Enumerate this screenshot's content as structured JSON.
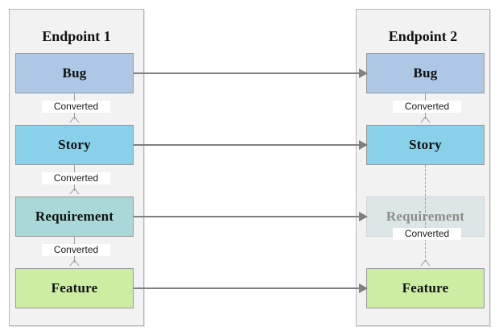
{
  "diagram": {
    "type": "flow-mapping",
    "background": "#ffffff",
    "panels": [
      {
        "id": "endpoint-1",
        "title": "Endpoint 1",
        "nodes": [
          {
            "id": "bug-1",
            "label": "Bug",
            "color": "#aec7e4",
            "faded": false
          },
          {
            "id": "story-1",
            "label": "Story",
            "color": "#89d0ea",
            "faded": false
          },
          {
            "id": "requirement-1",
            "label": "Requirement",
            "color": "#a8d8d8",
            "faded": false
          },
          {
            "id": "feature-1",
            "label": "Feature",
            "color": "#cdeda3",
            "faded": false
          }
        ],
        "edges": [
          {
            "from": "bug-1",
            "to": "story-1",
            "label": "Converted",
            "style": "solid"
          },
          {
            "from": "story-1",
            "to": "requirement-1",
            "label": "Converted",
            "style": "solid"
          },
          {
            "from": "requirement-1",
            "to": "feature-1",
            "label": "Converted",
            "style": "solid"
          }
        ]
      },
      {
        "id": "endpoint-2",
        "title": "Endpoint 2",
        "nodes": [
          {
            "id": "bug-2",
            "label": "Bug",
            "color": "#aec7e4",
            "faded": false
          },
          {
            "id": "story-2",
            "label": "Story",
            "color": "#89d0ea",
            "faded": false
          },
          {
            "id": "requirement-2",
            "label": "Requirement",
            "color": "#dce6e6",
            "faded": true
          },
          {
            "id": "feature-2",
            "label": "Feature",
            "color": "#cdeda3",
            "faded": false
          }
        ],
        "edges": [
          {
            "from": "bug-2",
            "to": "story-2",
            "label": "Converted",
            "style": "solid"
          },
          {
            "from": "story-2",
            "to": "feature-2",
            "label": "Converted",
            "style": "dashed"
          }
        ]
      }
    ],
    "links": [
      {
        "from": "bug-1",
        "to": "bug-2"
      },
      {
        "from": "story-1",
        "to": "story-2"
      },
      {
        "from": "requirement-1",
        "to": "requirement-2"
      },
      {
        "from": "feature-1",
        "to": "feature-2"
      }
    ],
    "colors": {
      "panel_fill": "#f2f2f2",
      "panel_border": "#b8b8b8",
      "node_border": "#999999",
      "connector": "#9a9a9a",
      "link_arrow": "#808080",
      "label_text": "#1a1a1a",
      "faded_text": "#8d8d8d"
    }
  }
}
